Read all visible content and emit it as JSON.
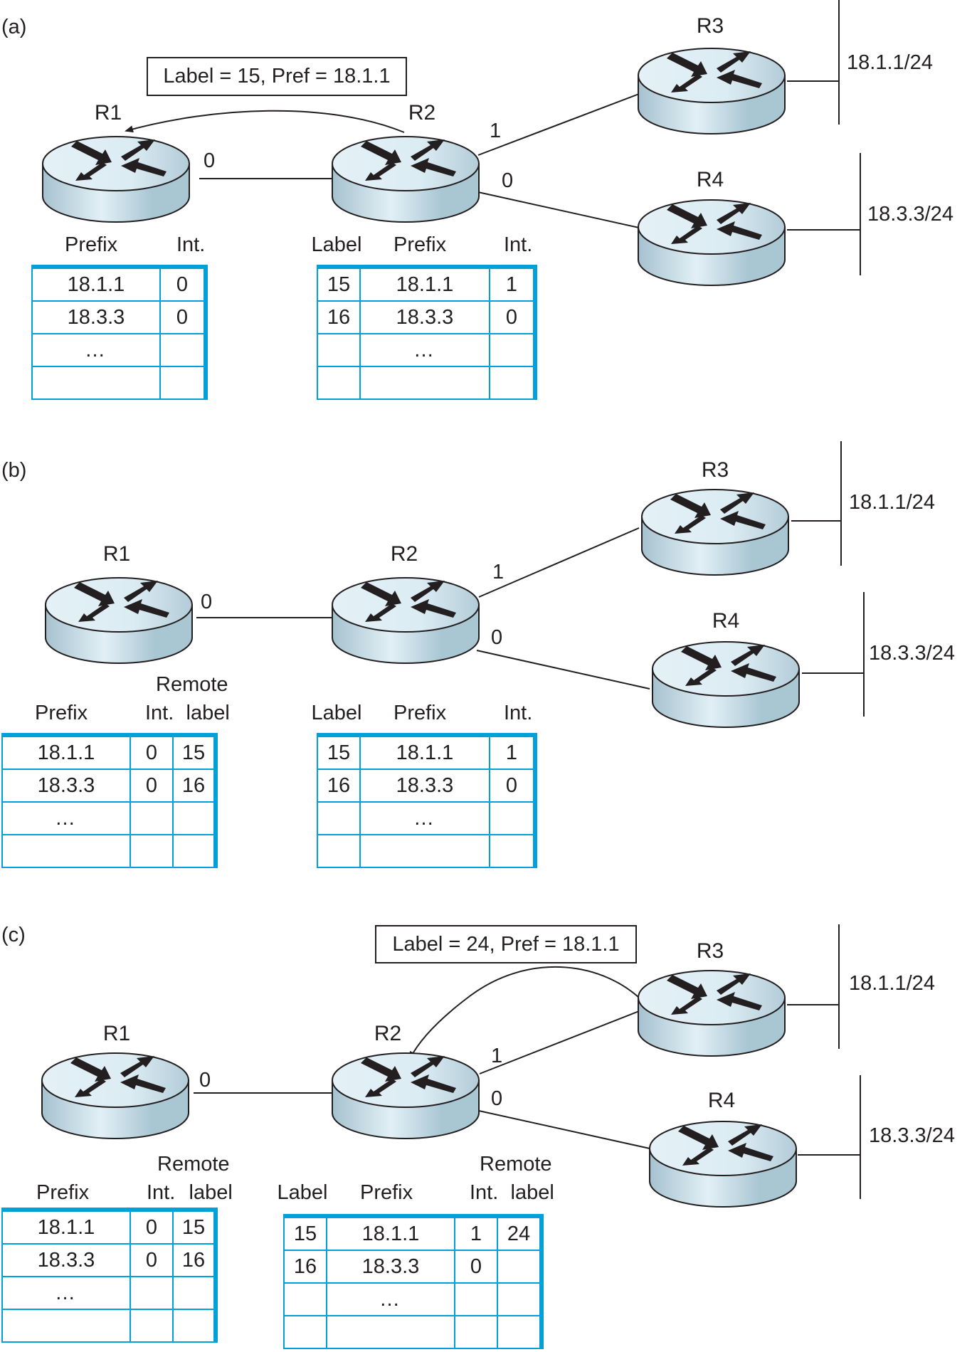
{
  "panels": {
    "a": {
      "label": "(a)",
      "message": "Label = 15, Pref = 18.1.1",
      "routers": {
        "r1": "R1",
        "r2": "R2",
        "r3": "R3",
        "r4": "R4"
      },
      "interfaces": {
        "r1_0": "0",
        "r2_1": "1",
        "r2_0": "0"
      },
      "networks": {
        "n1": "18.1.1/24",
        "n2": "18.3.3/24"
      },
      "r1_table": {
        "headers": [
          "Prefix",
          "Int."
        ],
        "rows": [
          [
            "18.1.1",
            "0"
          ],
          [
            "18.3.3",
            "0"
          ],
          [
            "…",
            ""
          ],
          [
            "",
            ""
          ]
        ]
      },
      "r2_table": {
        "headers": [
          "Label",
          "Prefix",
          "Int."
        ],
        "rows": [
          [
            "15",
            "18.1.1",
            "1"
          ],
          [
            "16",
            "18.3.3",
            "0"
          ],
          [
            "",
            "…",
            ""
          ],
          [
            "",
            "",
            ""
          ]
        ]
      }
    },
    "b": {
      "label": "(b)",
      "routers": {
        "r1": "R1",
        "r2": "R2",
        "r3": "R3",
        "r4": "R4"
      },
      "interfaces": {
        "r1_0": "0",
        "r2_1": "1",
        "r2_0": "0"
      },
      "networks": {
        "n1": "18.1.1/24",
        "n2": "18.3.3/24"
      },
      "r1_table": {
        "headers": [
          "Prefix",
          "Int.",
          "Remote label"
        ],
        "header_remote_top": "Remote",
        "header_remote_bottom": "label",
        "rows": [
          [
            "18.1.1",
            "0",
            "15"
          ],
          [
            "18.3.3",
            "0",
            "16"
          ],
          [
            "…",
            "",
            ""
          ],
          [
            "",
            "",
            ""
          ]
        ]
      },
      "r2_table": {
        "headers": [
          "Label",
          "Prefix",
          "Int."
        ],
        "rows": [
          [
            "15",
            "18.1.1",
            "1"
          ],
          [
            "16",
            "18.3.3",
            "0"
          ],
          [
            "",
            "…",
            ""
          ],
          [
            "",
            "",
            ""
          ]
        ]
      }
    },
    "c": {
      "label": "(c)",
      "message": "Label = 24, Pref = 18.1.1",
      "routers": {
        "r1": "R1",
        "r2": "R2",
        "r3": "R3",
        "r4": "R4"
      },
      "interfaces": {
        "r1_0": "0",
        "r2_1": "1",
        "r2_0": "0"
      },
      "networks": {
        "n1": "18.1.1/24",
        "n2": "18.3.3/24"
      },
      "r1_table": {
        "headers": [
          "Prefix",
          "Int.",
          "Remote label"
        ],
        "header_remote_top": "Remote",
        "header_remote_bottom": "label",
        "rows": [
          [
            "18.1.1",
            "0",
            "15"
          ],
          [
            "18.3.3",
            "0",
            "16"
          ],
          [
            "…",
            "",
            ""
          ],
          [
            "",
            "",
            ""
          ]
        ]
      },
      "r2_table": {
        "headers": [
          "Label",
          "Prefix",
          "Int.",
          "Remote label"
        ],
        "header_remote_top": "Remote",
        "header_remote_bottom": "label",
        "rows": [
          [
            "15",
            "18.1.1",
            "1",
            "24"
          ],
          [
            "16",
            "18.3.3",
            "0",
            ""
          ],
          [
            "",
            "…",
            "",
            ""
          ],
          [
            "",
            "",
            "",
            ""
          ]
        ]
      }
    }
  },
  "colors": {
    "table_border": "#00a0d8",
    "router_body": "#a9c6d3",
    "router_top": "#deedf4"
  }
}
